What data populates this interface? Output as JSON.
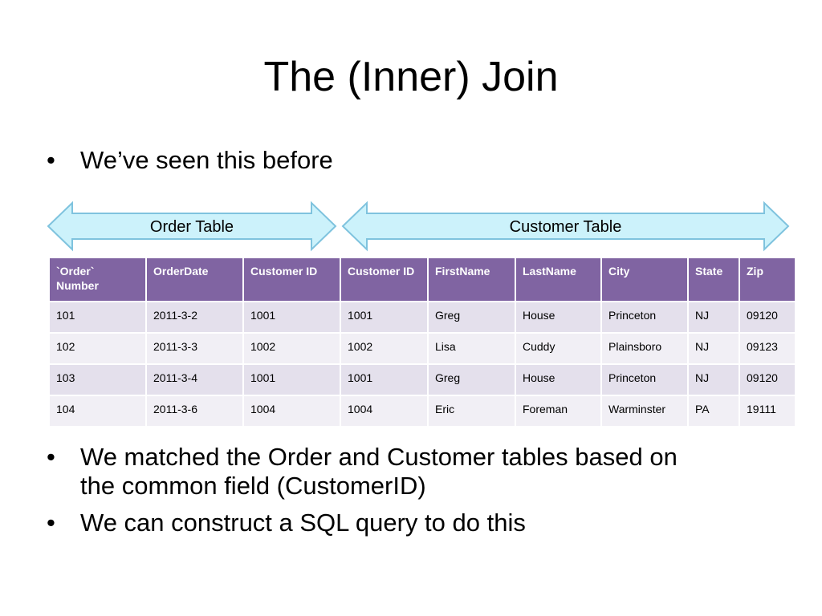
{
  "title": "The (Inner) Join",
  "bullets_top": [
    "We’ve seen this before"
  ],
  "bullets_bottom": [
    [
      "We matched the Order and Customer tables based on",
      "the common field (CustomerID)"
    ],
    [
      "We can construct a SQL query to do this"
    ]
  ],
  "bullet_char": "•",
  "arrows": {
    "order_label": "Order Table",
    "customer_label": "Customer Table",
    "fill_color": "#ccf2fb",
    "stroke_color": "#7fc3de"
  },
  "table": {
    "header_color": "#8064a2",
    "columns": [
      "`Order` Number",
      "OrderDate",
      "Customer ID",
      "Customer ID",
      "FirstName",
      "LastName",
      "City",
      "State",
      "Zip"
    ],
    "rows": [
      [
        "101",
        "2011-3-2",
        "1001",
        "1001",
        "Greg",
        "House",
        "Princeton",
        "NJ",
        "09120"
      ],
      [
        "102",
        "2011-3-3",
        "1002",
        "1002",
        "Lisa",
        "Cuddy",
        "Plainsboro",
        "NJ",
        "09123"
      ],
      [
        "103",
        "2011-3-4",
        "1001",
        "1001",
        "Greg",
        "House",
        "Princeton",
        "NJ",
        "09120"
      ],
      [
        "104",
        "2011-3-6",
        "1004",
        "1004",
        "Eric",
        "Foreman",
        "Warminster",
        "PA",
        "19111"
      ]
    ]
  }
}
